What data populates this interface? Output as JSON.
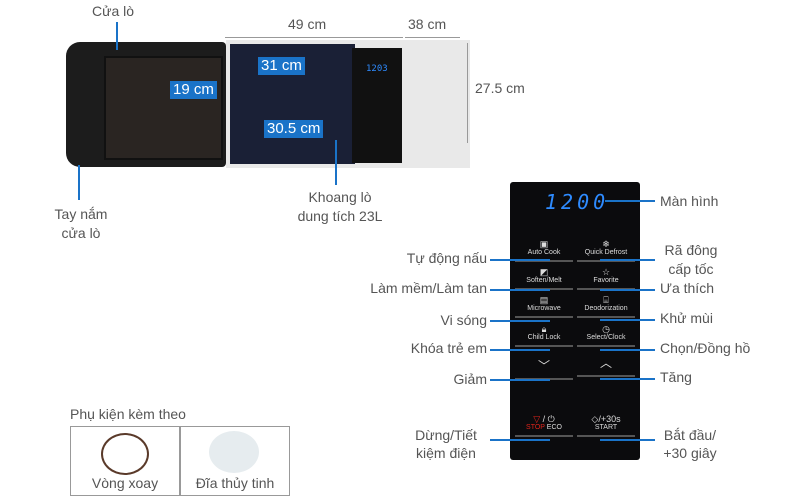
{
  "oven": {
    "door_label": "Cửa lò",
    "handle_label": "Tay nắm cửa lò",
    "cavity_label": "Khoang lò dung tích 23L",
    "width": "49 cm",
    "depth": "38 cm",
    "height": "27.5 cm",
    "inner_width": "31 cm",
    "inner_height": "19 cm",
    "inner_depth": "30.5 cm",
    "mini_display": "1203"
  },
  "panel": {
    "display": "1200",
    "buttons": [
      {
        "label": "Auto Cook",
        "icon": "auto-icon"
      },
      {
        "label": "Quick Defrost",
        "icon": "defrost-icon"
      },
      {
        "label": "Soften/Melt",
        "icon": "soften-icon"
      },
      {
        "label": "Favorite",
        "icon": "star-icon"
      },
      {
        "label": "Microwave",
        "icon": "microwave-icon"
      },
      {
        "label": "Deodorization",
        "icon": "deodorize-icon"
      },
      {
        "label": "Child Lock",
        "icon": "lock-icon"
      },
      {
        "label": "Select/Clock",
        "icon": "clock-icon"
      },
      {
        "label": "",
        "icon": "chevron-down-icon"
      },
      {
        "label": "",
        "icon": "chevron-up-icon"
      }
    ],
    "stop_label": "STOP",
    "eco_label": "ECO",
    "start_label": "START",
    "plus30": "/+30s",
    "accent_color": "#1a73c8",
    "display_color": "#2e8bff",
    "stop_color": "#e0241b"
  },
  "callouts_left": [
    "Tự động nấu",
    "Làm mềm/Làm tan",
    "Vi sóng",
    "Khóa trẻ em",
    "Giảm",
    "Dừng/Tiết kiệm điện"
  ],
  "callouts_right": [
    "Màn hình",
    "Rã đông cấp tốc",
    "Ưa thích",
    "Khử mùi",
    "Chọn/Đồng hồ",
    "Tăng",
    "Bắt đầu/ +30 giây"
  ],
  "accessories": {
    "title": "Phụ kiện kèm theo",
    "items": [
      "Vòng xoay",
      "Đĩa thủy tinh"
    ]
  }
}
